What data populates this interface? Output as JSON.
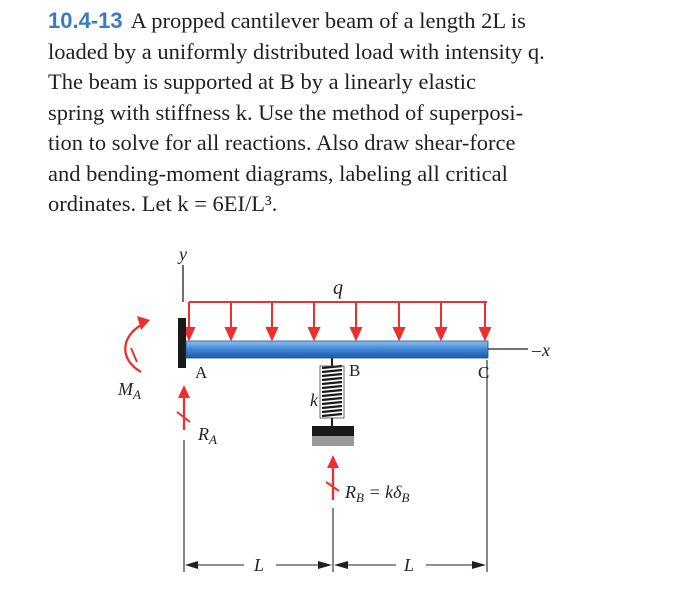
{
  "problem": {
    "number": "10.4-13",
    "lines": [
      "A propped cantilever beam of a length 2L is",
      "loaded by a uniformly distributed load with intensity q.",
      "The beam is supported at B by a linearly elastic",
      "spring with stiffness k. Use the method of superposi-",
      "tion to solve for all reactions. Also draw shear-force",
      "and bending-moment diagrams, labeling all critical",
      "ordinates. Let k = 6EI/L³."
    ]
  },
  "figure": {
    "load_label": "q",
    "axis_y": "y",
    "axis_x": "x",
    "point_a": "A",
    "point_b": "B",
    "point_c": "C",
    "moment_label": "M",
    "moment_sub": "A",
    "reaction_a_label": "R",
    "reaction_a_sub": "A",
    "spring_label": "k",
    "reaction_b_label": "R",
    "reaction_b_sub": "B",
    "reaction_b_eq": " = kδ",
    "reaction_b_eq_sub": "B",
    "dim_left": "L",
    "dim_right": "L",
    "colors": {
      "beam": "#3f84d6",
      "load_arrows": "#ee2f2f",
      "problem_number": "#3a7bbf"
    }
  }
}
